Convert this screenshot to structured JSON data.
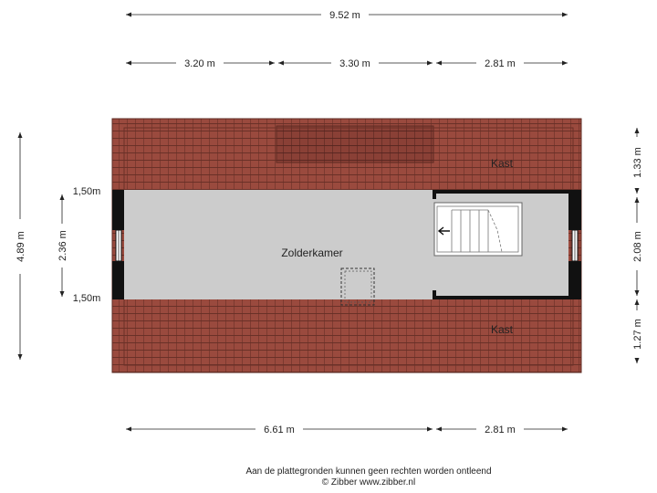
{
  "colors": {
    "roof": "#9a4a3e",
    "roof_line": "#5e2a22",
    "floor": "#cccccc",
    "wall": "#111111",
    "dim": "#222222"
  },
  "dimensions": {
    "top_total": "9.52 m",
    "top_seg_1": "3.20 m",
    "top_seg_2": "3.30 m",
    "top_seg_3": "2.81 m",
    "bottom_seg_1": "6.61 m",
    "bottom_seg_2": "2.81 m",
    "left_total": "4.89 m",
    "left_inner": "2.36 m",
    "left_height_top": "1,50m",
    "left_height_bottom": "1,50m",
    "right_seg_1": "1.33 m",
    "right_seg_2": "2.08 m",
    "right_seg_3": "1.27 m"
  },
  "rooms": {
    "main": "Zolderkamer",
    "closet_top": "Kast",
    "closet_bottom": "Kast"
  },
  "footer": {
    "disclaimer": "Aan de plattegronden kunnen geen rechten worden ontleend",
    "copyright": "© Zibber www.zibber.nl"
  }
}
